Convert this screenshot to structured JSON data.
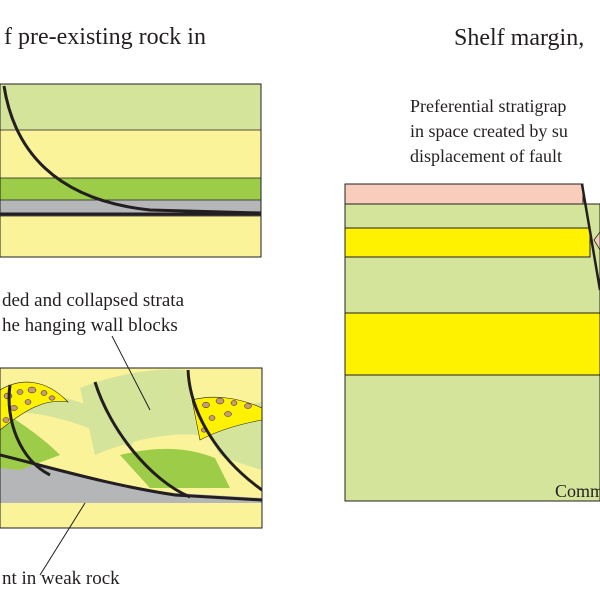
{
  "left_panel_top": {
    "title_line1": "f pre-existing rock in",
    "title_line2": ""
  },
  "left_panel_bottom": {
    "callout_line1": "ded and collapsed strata",
    "callout_line2": "he hanging wall blocks",
    "caption": "nt in weak rock"
  },
  "right_panel": {
    "title": "Shelf margin,",
    "note_line1": "Preferential stratigrap",
    "note_line2": "in space created by su",
    "note_line3": "displacement of fault",
    "corner_label": "Comm"
  },
  "colors": {
    "pale_green": "#d5e49b",
    "pale_yellow": "#faf39a",
    "green": "#9ccc48",
    "grey": "#b5b6b8",
    "bright_yellow": "#fff200",
    "pink": "#f9cdbb",
    "rubble_brown": "#c89b78",
    "outline": "#231f20"
  }
}
